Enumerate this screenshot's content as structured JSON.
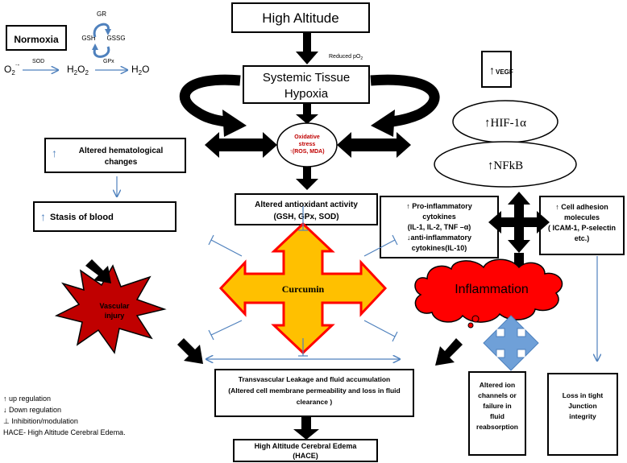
{
  "colors": {
    "thin_arrow": "#4f81bd",
    "curumin_fill": "#ffc000",
    "curcumin_border": "#ff0000",
    "inflammation_fill": "#ff0000",
    "vascular_fill": "#c00000",
    "oxidative_text": "#c00000",
    "blue_cross": "#6fa0d8"
  },
  "high_altitude": "High Altitude",
  "reduced_po2": "Reduced pO",
  "reduced_po2_sub": "2",
  "systemic_line1": "Systemic Tissue",
  "systemic_line2": "Hypoxia",
  "normoxia": "Normoxia",
  "chem": {
    "gr": "GR",
    "gsh": "GSH",
    "gssg": "GSSG",
    "sod": "SOD",
    "gpx": "GPx",
    "o2": "O",
    "o2_sub": "2",
    "o2_sup": "·-",
    "h2o2": "H",
    "h2o2_sub1": "2",
    "h2o2_o": "O",
    "h2o2_sub2": "2",
    "h2o": "H",
    "h2o_sub": "2",
    "h2o_o": "O"
  },
  "vegf": "VEGF",
  "up_arrow": "↑",
  "hif": "↑HIF-1α",
  "nfkb": "↑NFkB",
  "oxidative_line1": "Oxidative",
  "oxidative_line2": "stress",
  "oxidative_line3": "↑(ROS, MDA)",
  "hemat_line1": "Altered hematological",
  "hemat_line2": "changes",
  "stasis": "Stasis of blood",
  "antiox_line1": "Altered antioxidant activity",
  "antiox_line2": "(GSH, GPx, SOD)",
  "proinf_line1": "↑ Pro-inflammatory",
  "proinf_line2": "cytokines",
  "proinf_line3": "(IL-1, IL-2, TNF –α)",
  "proinf_line4": "↓anti-inflammatory",
  "proinf_line5": "cytokines(IL-10)",
  "celladh_line1": "↑ Cell adhesion",
  "celladh_line2": "molecules",
  "celladh_line3": "( ICAM-1, P-selectin",
  "celladh_line4": "etc.)",
  "curcumin": "Curcumin",
  "inflammation": "Inflammation",
  "vascular_line1": "Vascular",
  "vascular_line2": "injury",
  "trans_line1": "Transvascular Leakage and fluid accumulation",
  "trans_line2": "(Altered cell membrane permeability and loss in fluid",
  "trans_line3": "clearance )",
  "ion_line1": "Altered ion",
  "ion_line2": "channels or",
  "ion_line3": "failure in",
  "ion_line4": "fluid",
  "ion_line5": "reabsorption",
  "tight_line1": "Loss in tight",
  "tight_line2": "Junction",
  "tight_line3": "integrity",
  "hace_line1": "High Altitude Cerebral Edema",
  "hace_line2": "(HACE)",
  "legend": {
    "up": "↑ up regulation",
    "down": "↓ Down regulation",
    "inhib": "⊥ Inhibition/modulation",
    "hace": "HACE- High Altitude Cerebral Edema."
  }
}
